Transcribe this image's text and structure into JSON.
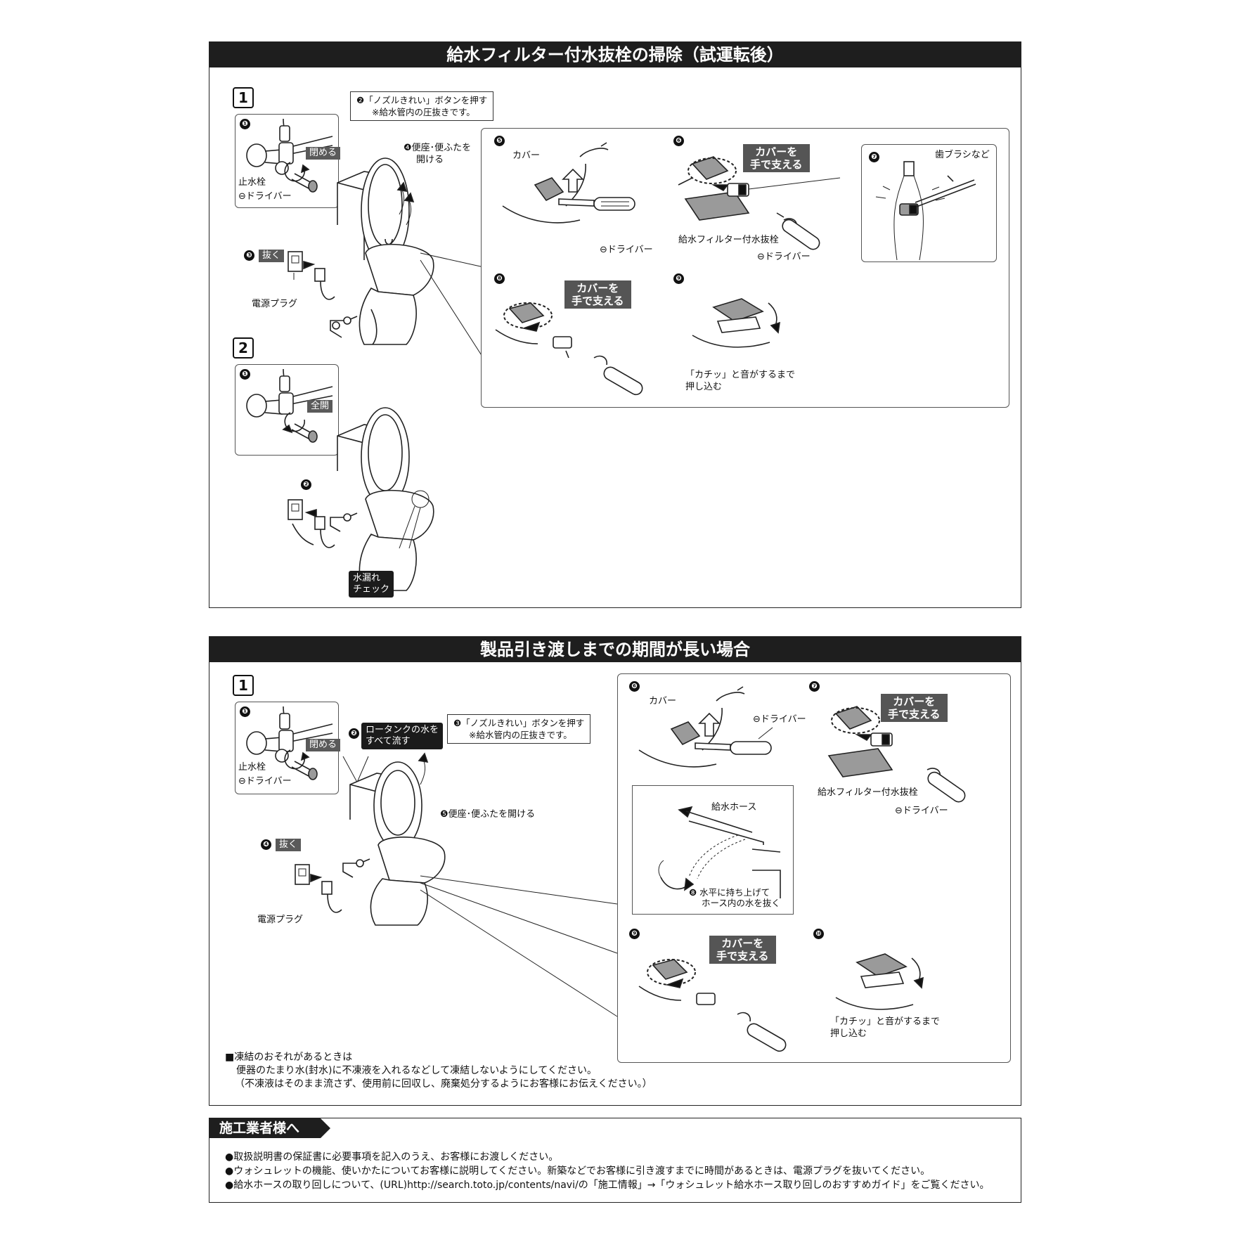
{
  "section1": {
    "title": "給水フィルター付水抜栓の掃除（試運転後）",
    "step1_num": "1",
    "step2_num": "2",
    "s1_b1": "❶",
    "s1_close_tag": "閉める",
    "s1_valve_label": "止水栓",
    "s1_driver_label": "⊖ドライバー",
    "s1_note_line1": "❷「ノズルきれい」ボタンを押す",
    "s1_note_line2": "※給水管内の圧抜きです。",
    "s1_b4_line1": "❹便座･便ふたを",
    "s1_b4_line2": "開ける",
    "s1_b3": "❸",
    "s1_unplug_tag": "抜く",
    "s1_plug_label": "電源プラグ",
    "p5_num": "❺",
    "p5_cover": "カバー",
    "p5_driver": "⊖ドライバー",
    "p6_num": "❻",
    "p6_callout_l1": "カバーを",
    "p6_callout_l2": "手で支える",
    "p6_filter": "給水フィルター付水抜栓",
    "p6_driver": "⊖ドライバー",
    "p7_num": "❼",
    "p7_brush": "歯ブラシなど",
    "p8_num": "❽",
    "p8_callout_l1": "カバーを",
    "p8_callout_l2": "手で支える",
    "p9_num": "❾",
    "p9_text_l1": "「カチッ」と音がするまで",
    "p9_text_l2": "押し込む",
    "s2_b1": "❶",
    "s2_open_tag": "全開",
    "s2_b2": "❷",
    "leak_l1": "水漏れ",
    "leak_l2": "チェック"
  },
  "section2": {
    "title": "製品引き渡しまでの期間が長い場合",
    "step1_num": "1",
    "b1": "❶",
    "close_tag": "閉める",
    "valve_label": "止水栓",
    "driver_label": "⊖ドライバー",
    "b2": "❷",
    "tank_l1": "ロータンクの水を",
    "tank_l2": "すべて流す",
    "note_line1": "❸「ノズルきれい」ボタンを押す",
    "note_line2": "※給水管内の圧抜きです。",
    "b5_text": "❺便座･便ふたを開ける",
    "b4": "❹",
    "unplug_tag": "抜く",
    "plug_label": "電源プラグ",
    "p6_num": "❻",
    "p6_cover": "カバー",
    "p6_driver": "⊖ドライバー",
    "p7_num": "❼",
    "p7_callout_l1": "カバーを",
    "p7_callout_l2": "手で支える",
    "p7_filter": "給水フィルター付水抜栓",
    "p7_driver": "⊖ドライバー",
    "hose_label": "給水ホース",
    "p8_text_l1": "❽ 水平に持ち上げて",
    "p8_text_l2": "ホース内の水を抜く",
    "p9_num": "❾",
    "p9_callout_l1": "カバーを",
    "p9_callout_l2": "手で支える",
    "p10_num": "❿",
    "p10_text_l1": "「カチッ」と音がするまで",
    "p10_text_l2": "押し込む",
    "freeze_l1": "■凍結のおそれがあるときは",
    "freeze_l2": "便器のたまり水(封水)に不凍液を入れるなどして凍結しないようにしてください。",
    "freeze_l3": "（不凍液はそのまま流さず、使用前に回収し、廃棄処分するようにお客様にお伝えください。）"
  },
  "section3": {
    "title": "施工業者様へ",
    "bullets": [
      "●取扱説明書の保証書に必要事項を記入のうえ、お客様にお渡しください。",
      "●ウォシュレットの機能、使いかたについてお客様に説明してください。新築などでお客様に引き渡すまでに時間があるときは、電源プラグを抜いてください。",
      "●給水ホースの取り回しについて、(URL)http://search.toto.jp/contents/navi/の「施工情報」→「ウォシュレット給水ホース取り回しのおすすめガイド」をご覧ください。"
    ]
  }
}
